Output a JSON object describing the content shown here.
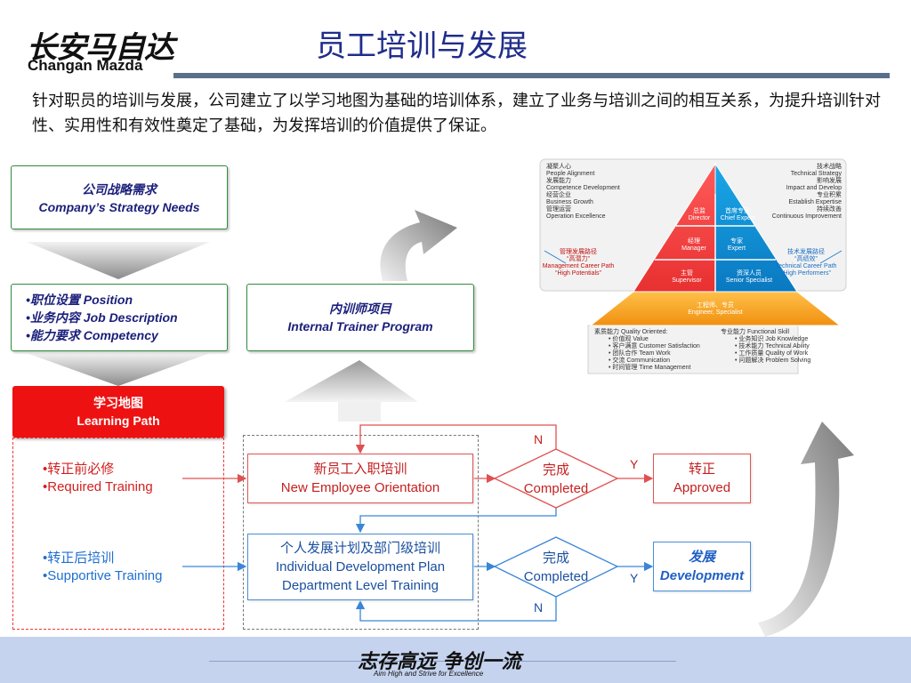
{
  "logo": {
    "cn": "长安马自达",
    "en": "Changan Mazda"
  },
  "title": "员工培训与发展",
  "intro": "针对职员的培训与发展，公司建立了以学习地图为基础的培训体系，建立了业务与培训之间的相互关系，为提升培训针对性、实用性和有效性奠定了基础，为发挥培训的价值提供了保证。",
  "strategy": {
    "cn": "公司战略需求",
    "en": "Company’s Strategy Needs"
  },
  "position_box": {
    "line1": "•职位设置 Position",
    "line2": "•业务内容 Job Description",
    "line3": "•能力要求 Competency"
  },
  "trainer": {
    "cn": "内训师项目",
    "en": "Internal Trainer Program"
  },
  "learning_path": {
    "cn": "学习地图",
    "en": "Learning Path"
  },
  "required": {
    "cn": "•转正前必修",
    "en": "•Required Training"
  },
  "supportive": {
    "cn": "•转正后培训",
    "en": "•Supportive Training"
  },
  "orientation": {
    "cn": "新员工入职培训",
    "en": "New Employee Orientation"
  },
  "idp": {
    "cn": "个人发展计划及部门级培训",
    "en1": "Individual Development Plan",
    "en2": "Department Level Training"
  },
  "completed_top": {
    "cn": "完成",
    "en": "Completed"
  },
  "completed_bottom": {
    "cn": "完成",
    "en": "Completed"
  },
  "approved": {
    "cn": "转正",
    "en": "Approved"
  },
  "development": {
    "cn": "发展",
    "en": "Development"
  },
  "flow_labels": {
    "n_top": "N",
    "y_top": "Y",
    "y_bottom": "Y",
    "n_bottom": "N"
  },
  "pyramid": {
    "left_list": [
      "凝聚人心",
      "People Alignment",
      "发展能力",
      "Competence Development",
      "经营企业",
      "Business Growth",
      "管理运营",
      "Operation Excellence"
    ],
    "right_list": [
      "技术战略",
      "Technical Strategy",
      "影响发展",
      "Impact and Develop",
      "专业积累",
      "Establish Expertise",
      "持续改善",
      "Continuous Improvement"
    ],
    "left_path": [
      "管理发展路径",
      "“高潜力”",
      "Management Career Path",
      "“High Potentials”"
    ],
    "right_path": [
      "技术发展路径",
      "“高绩效”",
      "Technical Career Path",
      "“High Performers”"
    ],
    "director": [
      "总监",
      "Director"
    ],
    "chief_expert": [
      "首席专家",
      "Chief Expert"
    ],
    "manager": [
      "经理",
      "Manager"
    ],
    "expert": [
      "专家",
      "Expert"
    ],
    "supervisor": [
      "主管",
      "Supervisor"
    ],
    "senior_specialist": [
      "资深人员",
      "Senior Specialist"
    ],
    "engineer": [
      "工程师、专员",
      "Engineer, Specialist"
    ],
    "quality_title": "素质能力 Quality Oriented:",
    "quality_items": [
      "价值观 Value",
      "客户满意 Customer Satisfaction",
      "团队合作 Team Work",
      "交流 Communication",
      "时间管理 Time Management"
    ],
    "skill_title": "专业能力 Functional Skill",
    "skill_items": [
      "业务知识 Job Knowledge",
      "技术能力 Technical Ability",
      "工作质量 Quality of Work",
      "问题解决 Problem Solving"
    ]
  },
  "footer": {
    "slogan": "志存高远 争创一流",
    "en": "Aim High and Strive for Excellence"
  },
  "colors": {
    "title": "#1f2d8a",
    "red": "#ee1111",
    "green_border": "#2e8b3a",
    "blue": "#1a4f9f",
    "pyramid_red": "#f04848",
    "pyramid_blue": "#0e8fd0",
    "pyramid_orange": "#f5a623"
  }
}
